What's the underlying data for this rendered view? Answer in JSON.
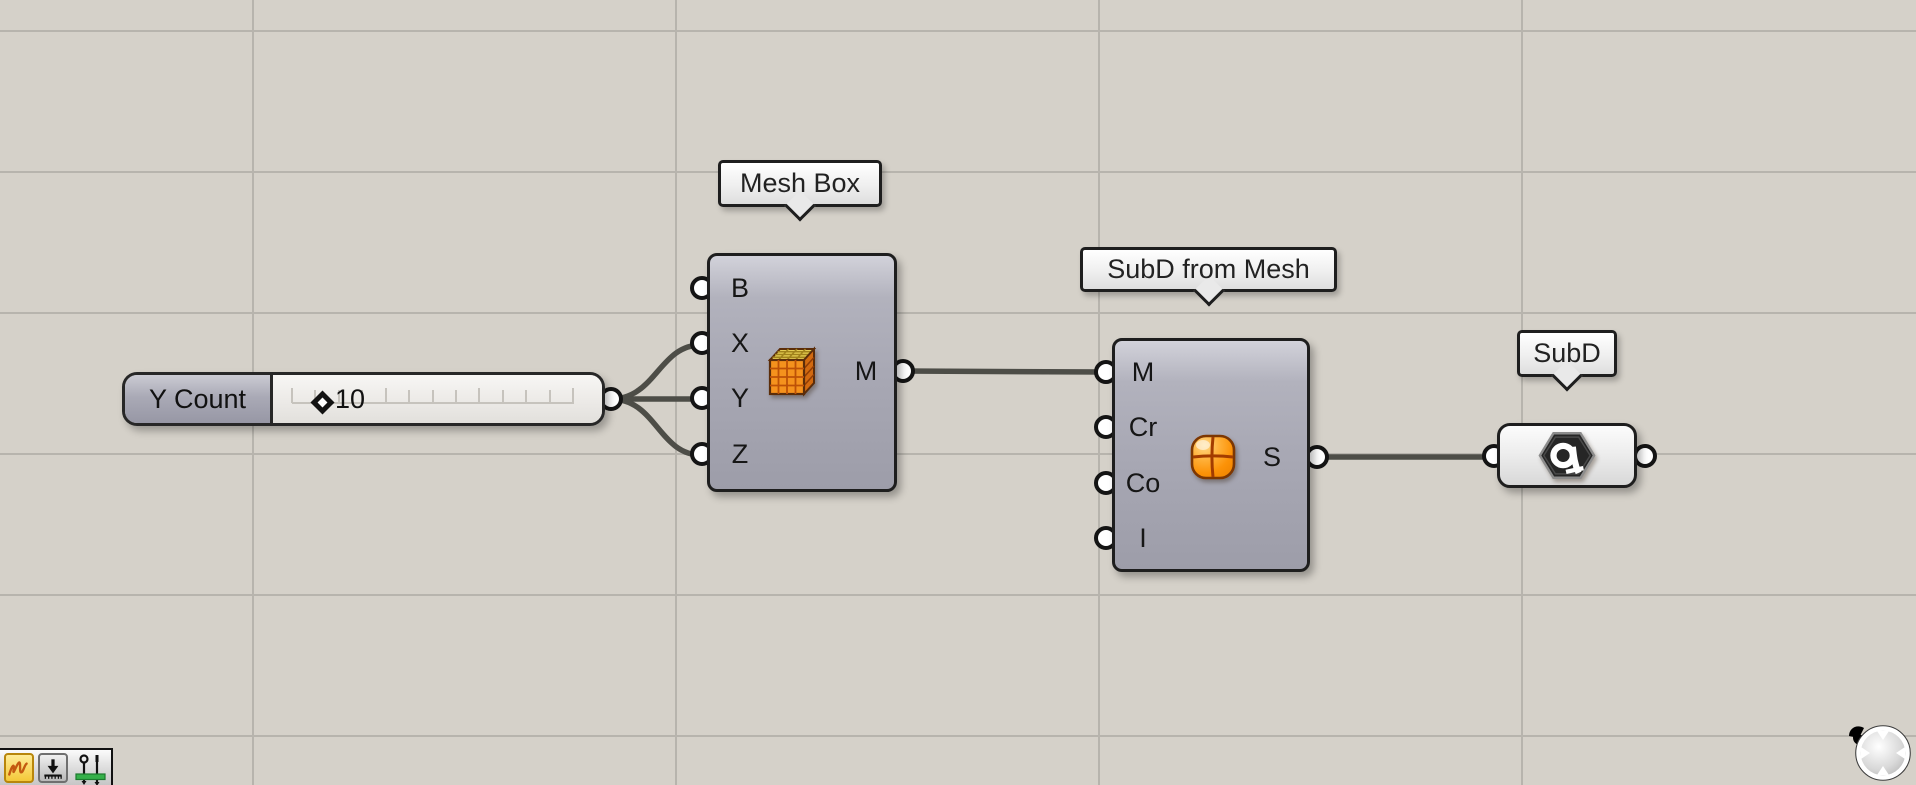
{
  "canvas": {
    "background": "#d5d1c9",
    "grid_line_color": "#b7b4ad",
    "wire_color": "#4d4d47"
  },
  "slider": {
    "label": "Y Count",
    "value": "10"
  },
  "mesh_box": {
    "tooltip": "Mesh Box",
    "inputs": [
      "B",
      "X",
      "Y",
      "Z"
    ],
    "output": "M",
    "icon": "mesh-cube-icon",
    "icon_color": "#f5921d"
  },
  "subd_from_mesh": {
    "tooltip": "SubD from Mesh",
    "inputs": [
      "M",
      "Cr",
      "Co",
      "I"
    ],
    "output": "S",
    "icon": "subd-quad-icon",
    "icon_color": "#fc9207"
  },
  "subd_param": {
    "tooltip": "SubD",
    "icon": "subd-hexagon-icon"
  },
  "toolbar": {
    "icons": [
      "sketch-icon",
      "preview-download-icon",
      "number-pins-icon"
    ],
    "widget_green": "#35b04a"
  },
  "nav": {
    "widget": "canvas-navigation-ball"
  }
}
